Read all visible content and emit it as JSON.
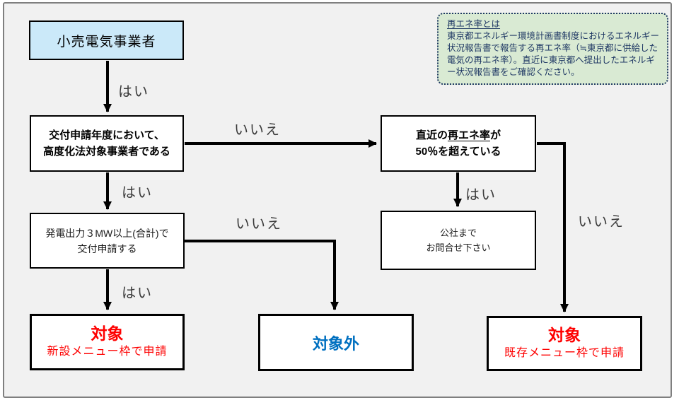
{
  "colors": {
    "canvas_bg": "#f1f1f1",
    "frame_border": "#7f7f7f",
    "start_fill": "#cbe9f9",
    "box_border": "#000000",
    "note_fill": "#d9ead3",
    "note_border": "#1f3864",
    "note_text": "#1f3864",
    "result_red": "#fe0000",
    "result_blue": "#0070c0",
    "label_text": "#3a3a3a",
    "arrow": "#000000"
  },
  "flow": {
    "start": "小売電気事業者",
    "q_kodoka": {
      "line1": "交付申請年度において、",
      "line2": "高度化法対象事業者である"
    },
    "q_output": {
      "line1": "発電出力３MW以上(合計)で",
      "line2": "交付申請する"
    },
    "q_rate": {
      "line1_pre": "直近の",
      "line1_underlined": "再エネ率",
      "line1_post": "が",
      "line2": "50％を超えている"
    },
    "contact": {
      "line1": "公社まで",
      "line2": "お問合せ下さい"
    },
    "result_new": {
      "title": "対象",
      "subtitle": "新設メニュー枠で申請"
    },
    "result_out": {
      "title": "対象外"
    },
    "result_existing": {
      "title": "対象",
      "subtitle": "既存メニュー枠で申請"
    },
    "labels": {
      "yes1": "はい",
      "yes2": "はい",
      "yes3": "はい",
      "yes4": "はい",
      "no1": "いいえ",
      "no2": "いいえ",
      "no3": "いいえ"
    }
  },
  "note": {
    "title": "再エネ率とは",
    "body": "東京都エネルギー環境計画書制度におけるエネルギー状況報告書で報告する再エネ率（≒東京都に供給した電気の再エネ率）。直近に東京都へ提出したエネルギー状況報告書をご確認ください。"
  }
}
